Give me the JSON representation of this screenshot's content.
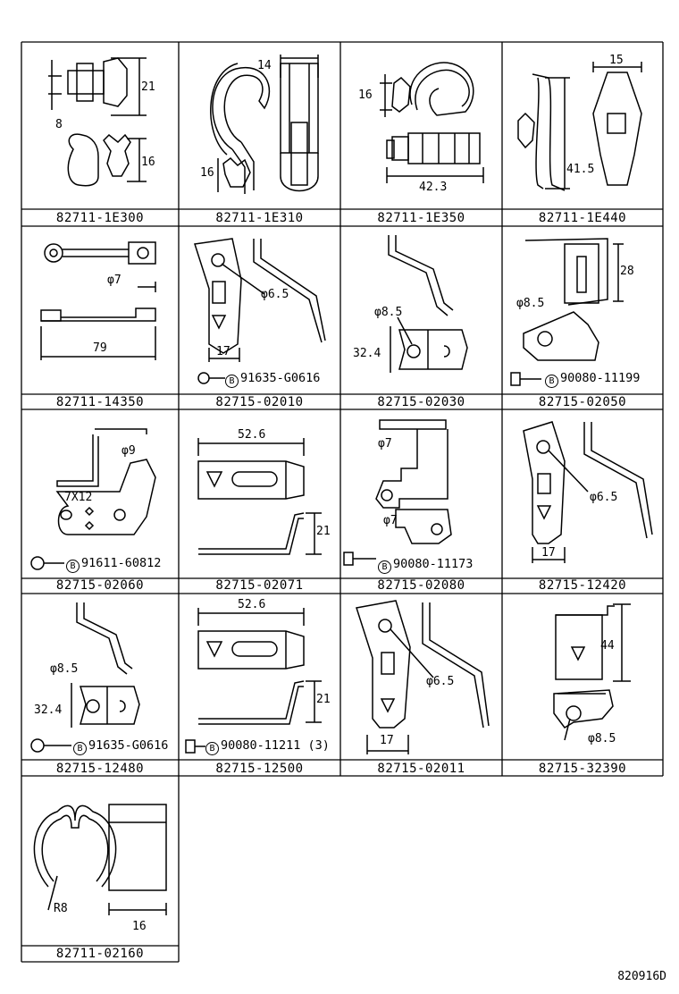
{
  "parts": [
    {
      "part_no": "82711-1E300",
      "dims": [
        "21",
        "8",
        "16"
      ]
    },
    {
      "part_no": "82711-1E310",
      "dims": [
        "14",
        "16"
      ]
    },
    {
      "part_no": "82711-1E350",
      "dims": [
        "16",
        "42.3"
      ]
    },
    {
      "part_no": "82711-1E440",
      "dims": [
        "15",
        "41.5"
      ]
    },
    {
      "part_no": "82711-14350",
      "dims": [
        "φ7",
        "79"
      ]
    },
    {
      "part_no": "82715-02010",
      "dims": [
        "φ6.5",
        "17"
      ],
      "note": "91635-G0616"
    },
    {
      "part_no": "82715-02030",
      "dims": [
        "φ8.5",
        "32.4"
      ]
    },
    {
      "part_no": "82715-02050",
      "dims": [
        "28",
        "φ8.5"
      ],
      "note": "90080-11199"
    },
    {
      "part_no": "82715-02060",
      "dims": [
        "φ9",
        "7X12"
      ],
      "note": "91611-60812"
    },
    {
      "part_no": "82715-02071",
      "dims": [
        "52.6",
        "21"
      ]
    },
    {
      "part_no": "82715-02080",
      "dims": [
        "φ7",
        "φ7"
      ],
      "note": "90080-11173"
    },
    {
      "part_no": "82715-12420",
      "dims": [
        "φ6.5",
        "17"
      ]
    },
    {
      "part_no": "82715-12480",
      "dims": [
        "φ8.5",
        "32.4"
      ],
      "note": "91635-G0616"
    },
    {
      "part_no": "82715-12500",
      "dims": [
        "52.6",
        "21"
      ],
      "note": "90080-11211 (3)"
    },
    {
      "part_no": "82715-02011",
      "dims": [
        "φ6.5",
        "17"
      ]
    },
    {
      "part_no": "82715-32390",
      "dims": [
        "44",
        "φ8.5"
      ]
    },
    {
      "part_no": "82711-02160",
      "dims": [
        "R8",
        "16"
      ]
    }
  ],
  "bolt_mark": "B",
  "diagram_code": "820916D"
}
